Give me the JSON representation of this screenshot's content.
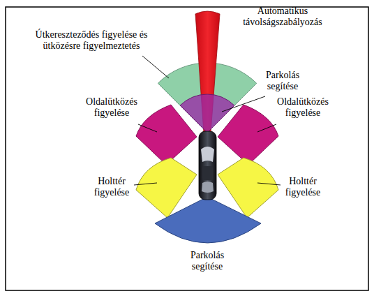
{
  "diagram": {
    "labels": [
      "Automatikus távolságszabályozás",
      "Útkereszteződés figyelése és ütközésre figyelmeztetés",
      "Parkolás segítése",
      "Oldalütközés figyelése",
      "Oldalütközés figyelése",
      "Holttér figyelése",
      "Holttér figyelése",
      "Parkolás segítése"
    ]
  }
}
